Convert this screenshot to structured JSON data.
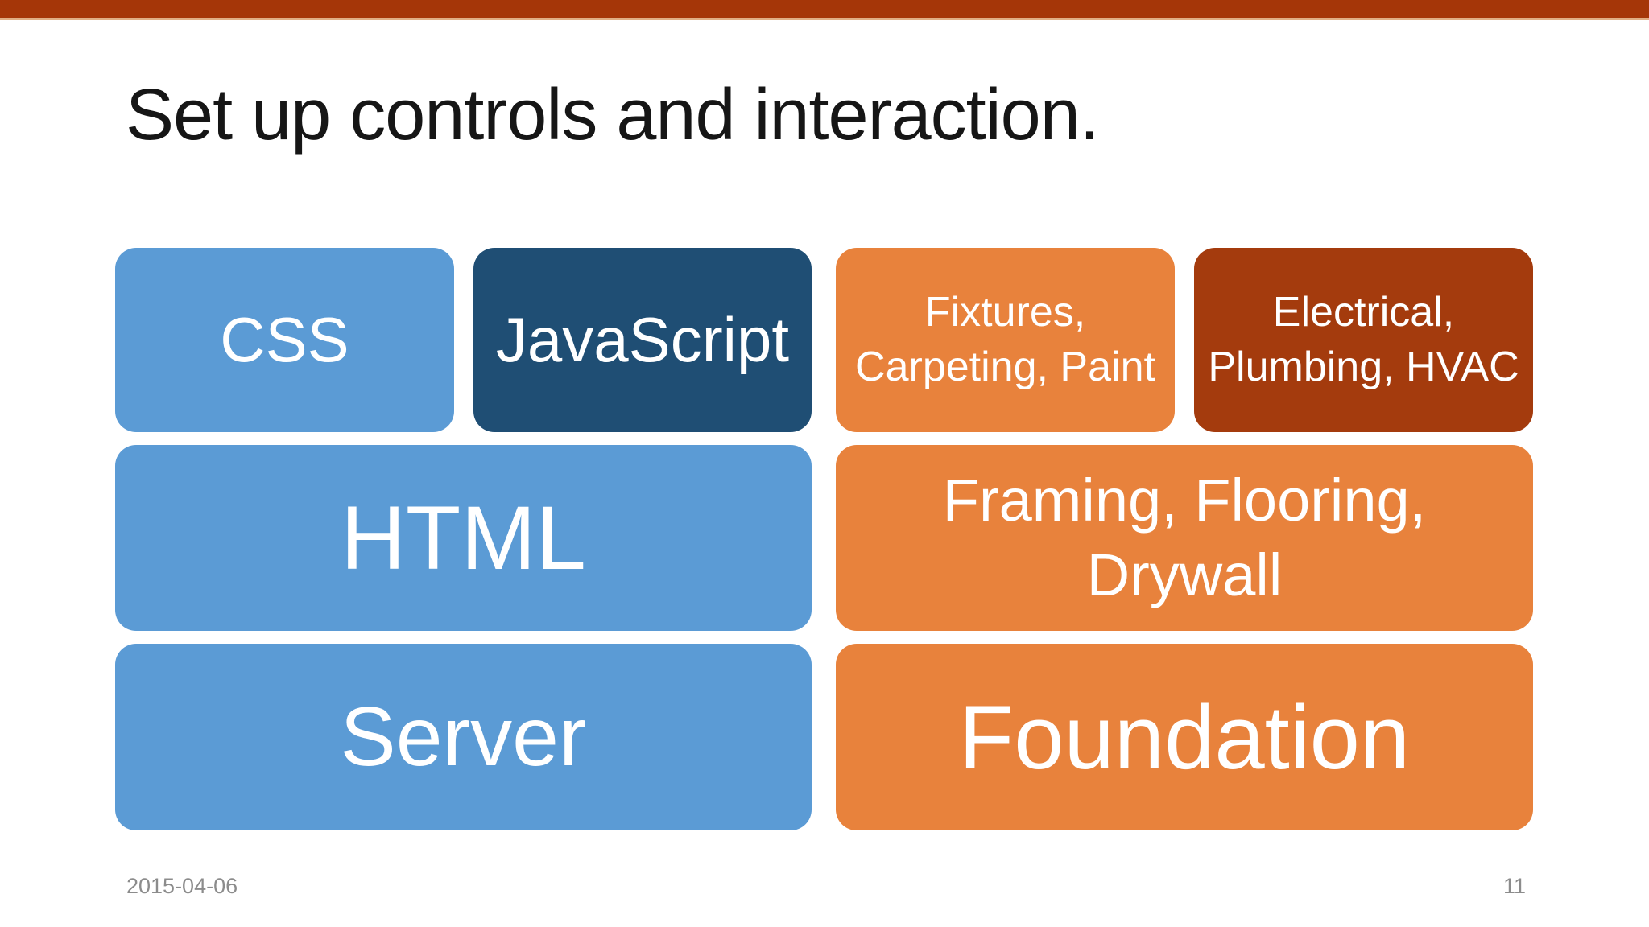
{
  "slide": {
    "title": "Set up controls and interaction.",
    "footer": {
      "date": "2015-04-06",
      "page_number": "11"
    }
  },
  "colors": {
    "top_bar": "#A53608",
    "top_bar_accent": "#E0AE84",
    "light_blue": "#5B9BD5",
    "dark_blue": "#1F4E74",
    "orange": "#E8823C",
    "brick": "#A43B0D",
    "title_text": "#161616",
    "footer_text": "#8C8C8C",
    "box_text": "#FFFFFF"
  },
  "web_stack": {
    "boxes": [
      {
        "id": "css",
        "lines": [
          "CSS"
        ]
      },
      {
        "id": "javascript",
        "lines": [
          "JavaScript"
        ]
      },
      {
        "id": "html",
        "lines": [
          "HTML"
        ]
      },
      {
        "id": "server",
        "lines": [
          "Server"
        ]
      }
    ]
  },
  "house_stack": {
    "boxes": [
      {
        "id": "fixtures",
        "lines": [
          "Fixtures,",
          "Carpeting, Paint"
        ]
      },
      {
        "id": "electrical",
        "lines": [
          "Electrical,",
          "Plumbing, HVAC"
        ]
      },
      {
        "id": "framing",
        "lines": [
          "Framing, Flooring,",
          "Drywall"
        ]
      },
      {
        "id": "foundation",
        "lines": [
          "Foundation"
        ]
      }
    ]
  }
}
